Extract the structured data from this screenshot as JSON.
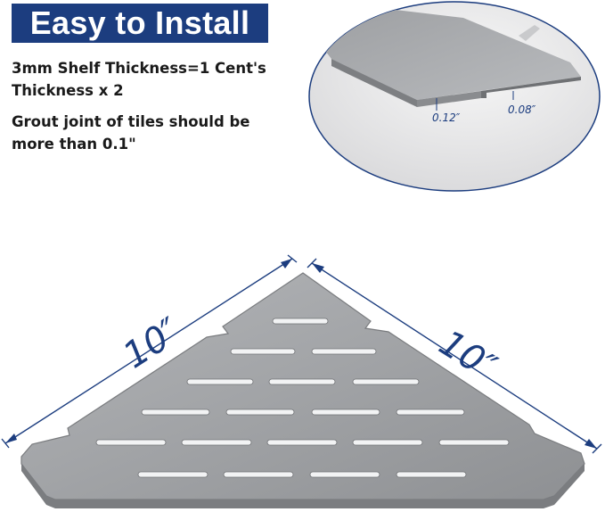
{
  "header": {
    "title": "Easy to Install"
  },
  "notes": {
    "thickness_line1": "3mm Shelf Thickness=1 Cent's",
    "thickness_line2": "Thickness x 2",
    "grout_line1": "Grout joint of tiles should be",
    "grout_line2": "more than 0.1\""
  },
  "detail": {
    "thickness_label": "0.12″",
    "lip_label": "0.08″"
  },
  "dimensions": {
    "left_side": "10″",
    "right_side": "10″"
  },
  "colors": {
    "banner": "#1c3d7f",
    "dimension_line": "#1c3d7f",
    "metal": "#a6a8ab"
  }
}
